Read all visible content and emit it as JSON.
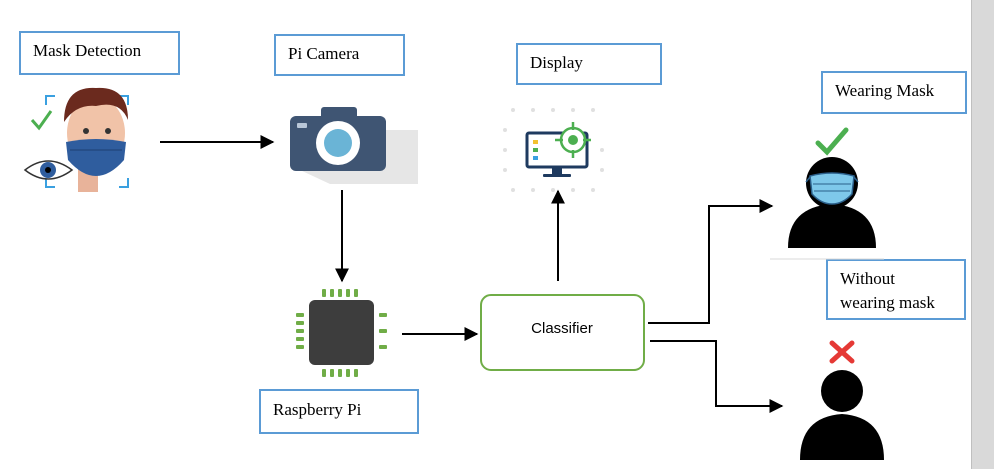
{
  "labels": {
    "mask_detection": "Mask Detection",
    "pi_camera": "Pi Camera",
    "display": "Display",
    "wearing_mask": "Wearing Mask",
    "without_line1": "Without",
    "without_line2": "wearing mask",
    "raspberry_pi": "Raspberry Pi",
    "classifier": "Classifier"
  },
  "icons": {
    "face": "masked-face-icon",
    "camera": "camera-icon",
    "display": "monitor-target-icon",
    "chip": "processor-chip-icon",
    "person_masked": "person-with-mask-icon",
    "person_unmasked": "person-icon",
    "check": "check-icon",
    "cross": "cross-icon",
    "eye": "eye-icon"
  },
  "colors": {
    "box_border": "#5b9bd5",
    "classifier_border": "#70ad47",
    "check": "#4caf50",
    "cross": "#e53935",
    "mask": "#2f5d9e",
    "camera_body": "#3f5573",
    "camera_lens": "#6ab4d6",
    "chip_pins": "#70ad47"
  }
}
